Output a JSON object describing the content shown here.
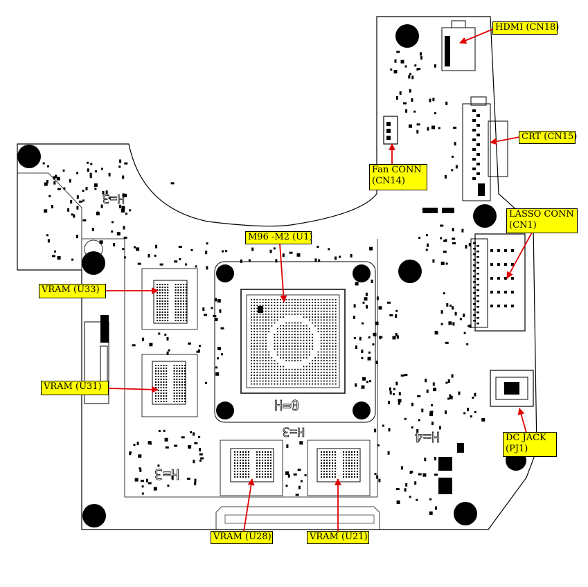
{
  "labels": {
    "hdmi": "HDMI (CN18)",
    "crt": "CRT (CN15)",
    "fan_line1": "Fan CONN",
    "fan_line2": "(CN14)",
    "lasso_line1": "LASSO CONN",
    "lasso_line2": "(CN1)",
    "gpu": "M96 -M2 (U1)",
    "vram_u33": "VRAM (U33)",
    "vram_u31": "VRAM (U31)",
    "vram_u28": "VRAM (U28)",
    "vram_u21": "VRAM (U21)",
    "dcjack_line1": "DC JACK",
    "dcjack_line2": "(PJ1)"
  },
  "silkscreen": {
    "h0": "H=0",
    "h3_top": "H=3",
    "h3_left": "H=3",
    "h3_bottom": "H=3",
    "h4": "H=4"
  },
  "colors": {
    "label_fill": "#ffff00",
    "arrow": "#e00000",
    "outline": "#000000"
  }
}
